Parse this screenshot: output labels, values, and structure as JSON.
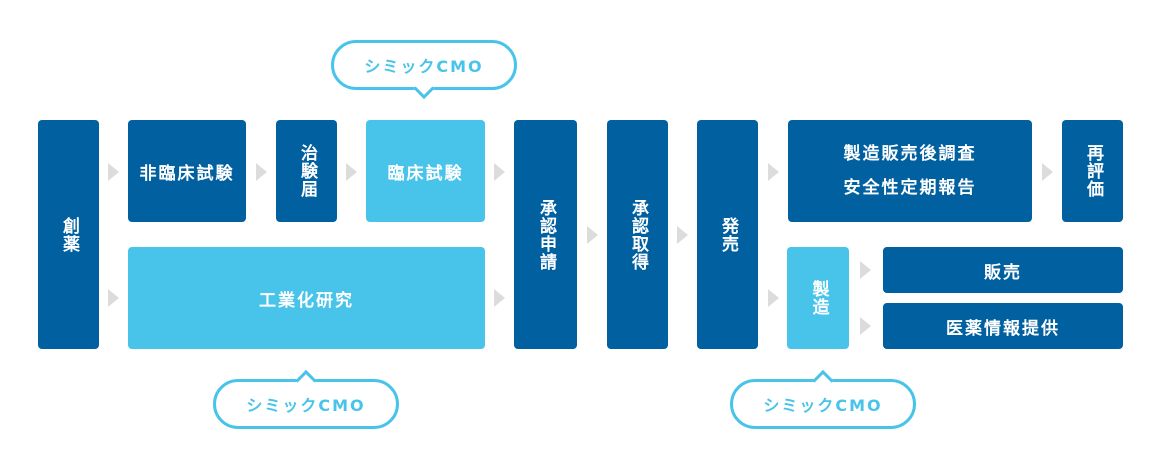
{
  "colors": {
    "dark_blue": "#0060a0",
    "light_blue": "#48c4ea",
    "arrow_gray": "#dcdcdc"
  },
  "steps": {
    "drug_discovery": "創薬",
    "nonclinical": "非臨床試験",
    "ctn": "治験届",
    "clinical": "臨床試験",
    "industrialization": "工業化研究",
    "approval_application": "承認申請",
    "approval_acquisition": "承認取得",
    "launch": "発売",
    "pms_line1": "製造販売後調査",
    "pms_line2": "安全性定期報告",
    "reevaluation": "再評価",
    "manufacturing": "製造",
    "sales": "販売",
    "drug_info": "医薬情報提供"
  },
  "bubbles": {
    "clinical_cmo": "シミックCMO",
    "industrial_cmo": "シミックCMO",
    "manufacturing_cmo": "シミックCMO"
  }
}
